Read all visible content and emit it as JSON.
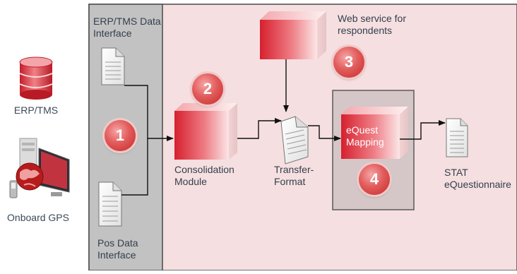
{
  "left": {
    "erp_label": "ERP/TMS",
    "gps_label": "Onboard GPS"
  },
  "panel": {
    "erp_interface_label": "ERP/TMS Data\nInterface",
    "pos_interface_label": "Pos Data\nInterface",
    "web_service_label": "Web service for\nrespondents",
    "consolidation_label": "Consolidation\nModule",
    "transfer_label": "Transfer-\nFormat",
    "mapping_label": "eQuest\nMapping",
    "stat_label": "STAT\neQuestionnaire"
  },
  "steps": [
    "1",
    "2",
    "3",
    "4"
  ],
  "colors": {
    "panel_bg": "#f6dfe0",
    "gray_strip": "#c2c2c2",
    "accent_red": "#d42c36",
    "number_badge": "#d9403f"
  },
  "icons": [
    "database-icon",
    "gps-computer-icon",
    "document-icon",
    "cube-icon"
  ]
}
